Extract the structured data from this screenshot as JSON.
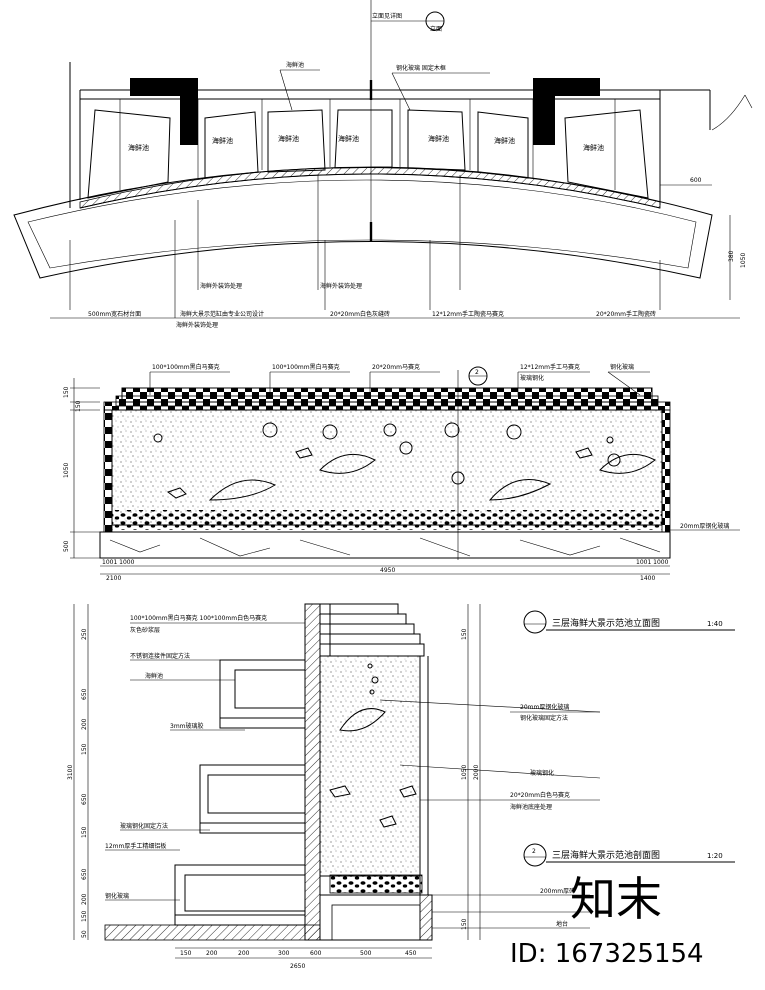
{
  "plan": {
    "section_callout": {
      "label": "立面见详图",
      "sheet": "立面"
    },
    "fish_tanks": [
      "海鲜池",
      "海鲜池",
      "海鲜池",
      "海鲜池",
      "海鲜池",
      "海鲜池",
      "海鲜池"
    ],
    "top_note_left": "海鲜池",
    "top_note_right": "钢化玻璃 固定木框",
    "dim_right_top": "600",
    "dim_right_a": "380",
    "dim_right_b": "1050",
    "bottom_labels": [
      "500mm宽石材台面",
      "海鲜外装饰处理",
      "海鲜大景示范缸由专业公司设计",
      "海鲜外装饰处理",
      "20*20mm白色灰缝砖",
      "海鲜外装饰处理",
      "12*12mm手工陶瓷马赛克",
      "20*20mm手工陶瓷砖"
    ]
  },
  "elevation": {
    "top_labels": [
      "100*100mm黑白马赛克",
      "100*100mm黑白马赛克",
      "20*20mm马赛克",
      "12*12mm手工马赛克",
      "玻璃钢化",
      "钢化玻璃"
    ],
    "callout": "2",
    "right_label": "20mm厚钢化玻璃",
    "left_dims": [
      "150",
      "150",
      "1050",
      "500"
    ],
    "bottom_dims": {
      "left": "1001 1000",
      "middle": "4950",
      "right": "1001 1000",
      "left2": "2100",
      "right2": "1400"
    },
    "title": "三层海鲜大景示范池立面图",
    "scale": "1:40"
  },
  "section": {
    "top_note": "100*100mm黑白马赛克 100*100mm白色马赛克",
    "top_note_2": "灰色砂浆层",
    "left_labels": [
      "不锈钢连接件固定方法",
      "海鲜池",
      "3mm玻璃胶",
      "玻璃钢化固定方法",
      "12mm厚手工精细铝板",
      "钢化玻璃"
    ],
    "right_labels": [
      "20mm厚钢化玻璃",
      "钢化玻璃固定方法",
      "玻璃钢化",
      "20*20mm白色马赛克",
      "海鲜池底座处理",
      "200mm厚砖",
      "地台"
    ],
    "left_dims": [
      "250",
      "650",
      "200",
      "150",
      "650",
      "150",
      "650",
      "200",
      "150",
      "50"
    ],
    "total_dim": "3100",
    "right_dims": [
      "150",
      "1050",
      "2000",
      "150"
    ],
    "bottom_dims": [
      "150",
      "200",
      "200",
      "300",
      "600",
      "500",
      "450"
    ],
    "bottom_total": "2650",
    "title": "三层海鲜大景示范池剖面图",
    "scale": "1:20",
    "callout": "2"
  },
  "watermark": {
    "logo": "知末",
    "id": "ID: 167325154"
  }
}
